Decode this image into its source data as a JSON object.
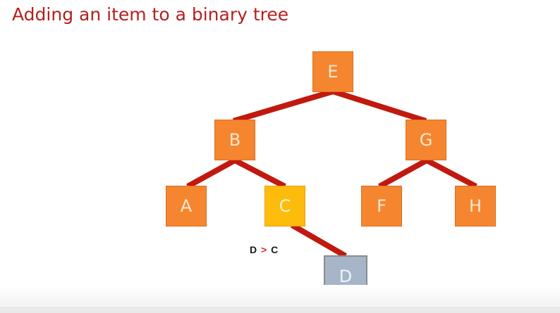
{
  "slide": {
    "title": "Adding an item to a binary tree",
    "annotation": {
      "left": "D",
      "operator": ">",
      "right": "C"
    }
  },
  "colors": {
    "title": "#b4211e",
    "edge": "#c1190f",
    "node_default": "#f5862f",
    "node_compared": "#fdbb0c",
    "node_new": "#a7b5c9"
  },
  "tree": {
    "nodes": [
      {
        "id": "E",
        "label": "E",
        "state": "default"
      },
      {
        "id": "B",
        "label": "B",
        "state": "default"
      },
      {
        "id": "G",
        "label": "G",
        "state": "default"
      },
      {
        "id": "A",
        "label": "A",
        "state": "default"
      },
      {
        "id": "C",
        "label": "C",
        "state": "compared"
      },
      {
        "id": "F",
        "label": "F",
        "state": "default"
      },
      {
        "id": "H",
        "label": "H",
        "state": "default"
      },
      {
        "id": "D",
        "label": "D",
        "state": "new"
      }
    ],
    "edges": [
      [
        "E",
        "B"
      ],
      [
        "E",
        "G"
      ],
      [
        "B",
        "A"
      ],
      [
        "B",
        "C"
      ],
      [
        "G",
        "F"
      ],
      [
        "G",
        "H"
      ],
      [
        "C",
        "D"
      ]
    ]
  }
}
